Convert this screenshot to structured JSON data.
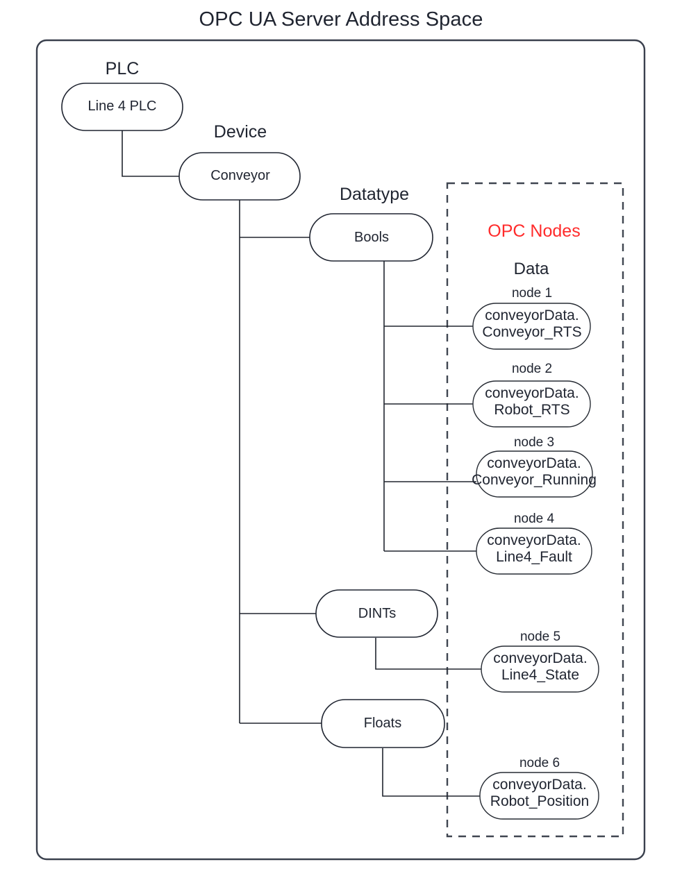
{
  "title": "OPC UA Server Address Space",
  "colors": {
    "accent_red": "#ff2b2b",
    "stroke": "#1f2430",
    "frame": "#3a404d",
    "background": "#ffffff"
  },
  "frames": {
    "outer": {
      "label": "address-space-frame"
    },
    "opc_nodes_group": {
      "heading": "OPC Nodes",
      "subheading": "Data"
    }
  },
  "groups": [
    {
      "key": "plc",
      "label": "PLC"
    },
    {
      "key": "device",
      "label": "Device"
    },
    {
      "key": "datatype",
      "label": "Datatype"
    }
  ],
  "tree": {
    "plc": {
      "label": "Line 4 PLC"
    },
    "device": {
      "label": "Conveyor"
    },
    "datatypes": [
      {
        "key": "bools",
        "label": "Bools"
      },
      {
        "key": "dints",
        "label": "DINTs"
      },
      {
        "key": "floats",
        "label": "Floats"
      }
    ]
  },
  "opc_nodes": [
    {
      "caption": "node 1",
      "line1": "conveyorData.",
      "line2": "Conveyor_RTS",
      "parent": "Bools"
    },
    {
      "caption": "node 2",
      "line1": "conveyorData.",
      "line2": "Robot_RTS",
      "parent": "Bools"
    },
    {
      "caption": "node 3",
      "line1": "conveyorData.",
      "line2": "Conveyor_Running",
      "parent": "Bools"
    },
    {
      "caption": "node 4",
      "line1": "conveyorData.",
      "line2": "Line4_Fault",
      "parent": "Bools"
    },
    {
      "caption": "node 5",
      "line1": "conveyorData.",
      "line2": "Line4_State",
      "parent": "DINTs"
    },
    {
      "caption": "node 6",
      "line1": "conveyorData.",
      "line2": "Robot_Position",
      "parent": "Floats"
    }
  ]
}
